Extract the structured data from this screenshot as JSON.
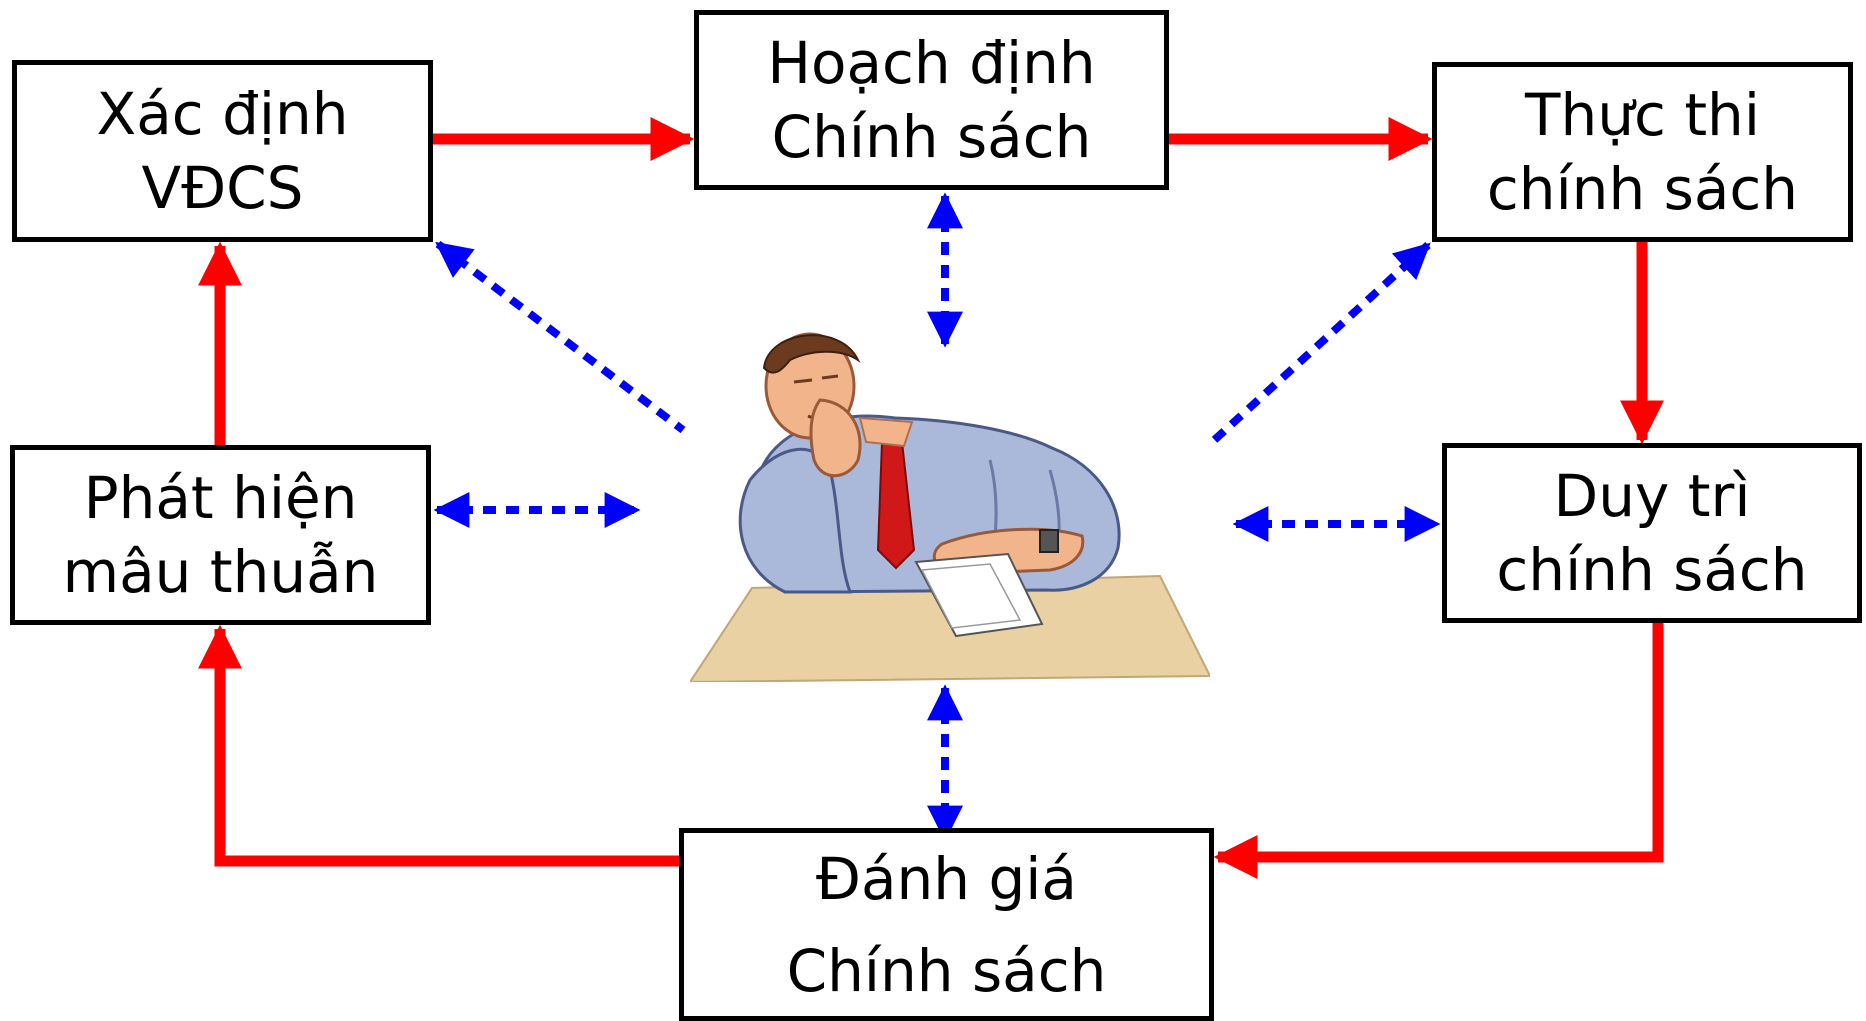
{
  "diagram": {
    "nodes": {
      "xac_dinh": {
        "line1": "Xác định",
        "line2": "VĐCS"
      },
      "hoach_dinh": {
        "line1": "Hoạch định",
        "line2": "Chính sách"
      },
      "thuc_thi": {
        "line1": "Thực thi",
        "line2": "chính sách"
      },
      "duy_tri": {
        "line1": "Duy trì",
        "line2": "chính sách"
      },
      "danh_gia": {
        "line1": "Đánh giá",
        "line2": "Chính sách"
      },
      "phat_hien": {
        "line1": "Phát hiện",
        "line2": "mâu thuẫn"
      }
    },
    "colors": {
      "cycle_arrow": "#ff0000",
      "link_arrow": "#0000ff",
      "box_border": "#000000"
    }
  }
}
